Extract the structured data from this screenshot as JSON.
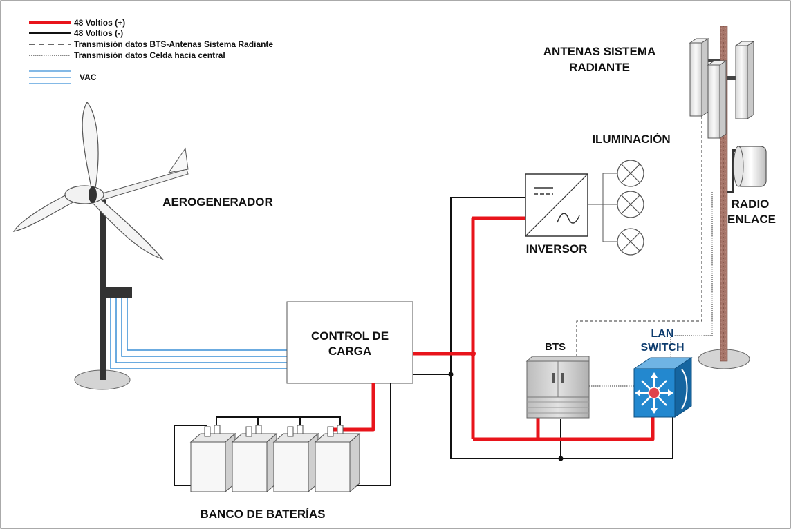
{
  "legend": {
    "pos": "48 Voltios (+)",
    "neg": "48 Voltios (-)",
    "bts_data": "Transmisión datos BTS-Antenas Sistema Radiante",
    "cell_data": "Transmisión datos Celda hacia central",
    "vac": "VAC"
  },
  "labels": {
    "antenas_1": "ANTENAS SISTEMA",
    "antenas_2": "RADIANTE",
    "iluminacion": "ILUMINACIÓN",
    "aerogenerador": "AEROGENERADOR",
    "radio_1": "RADIO",
    "radio_2": "ENLACE",
    "inversor": "INVERSOR",
    "control_1": "CONTROL DE",
    "control_2": "CARGA",
    "bts": "BTS",
    "lan_1": "LAN",
    "lan_2": "SWITCH",
    "banco": "BANCO DE BATERÍAS"
  },
  "colors": {
    "positive": "#e8141b",
    "negative": "#111111",
    "vac": "#3a8fd6",
    "switch": "#1f7fc4",
    "tower": "#9a6a5e"
  }
}
